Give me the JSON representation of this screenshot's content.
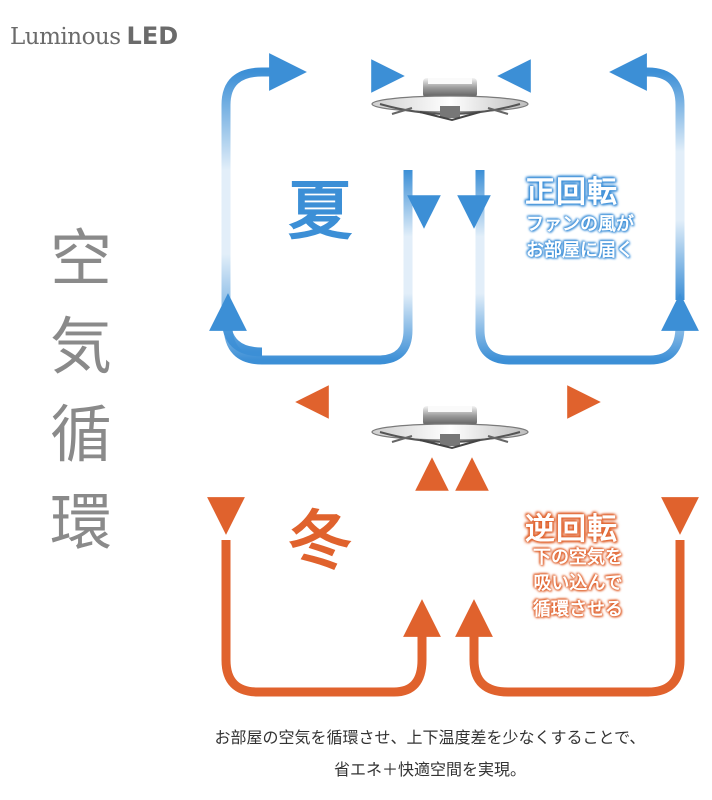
{
  "logo": {
    "name": "Luminous",
    "suffix": "LED"
  },
  "title_chars": [
    "空",
    "気",
    "循",
    "環"
  ],
  "summer": {
    "season": "夏",
    "mode": "正回転",
    "desc": [
      "ファンの風が",
      "お部屋に届く"
    ],
    "color": "#3c8fd6"
  },
  "winter": {
    "season": "冬",
    "mode": "逆回転",
    "desc": [
      "下の空気を",
      "吸い込んで",
      "循環させる"
    ],
    "color": "#e0622d"
  },
  "caption": [
    "お部屋の空気を循環させ、上下温度差を少なくすることで、",
    "省エネ＋快適空間を実現。"
  ],
  "icons": {
    "fan_summer": "ceiling-fan-light-icon",
    "fan_winter": "ceiling-fan-light-icon"
  }
}
